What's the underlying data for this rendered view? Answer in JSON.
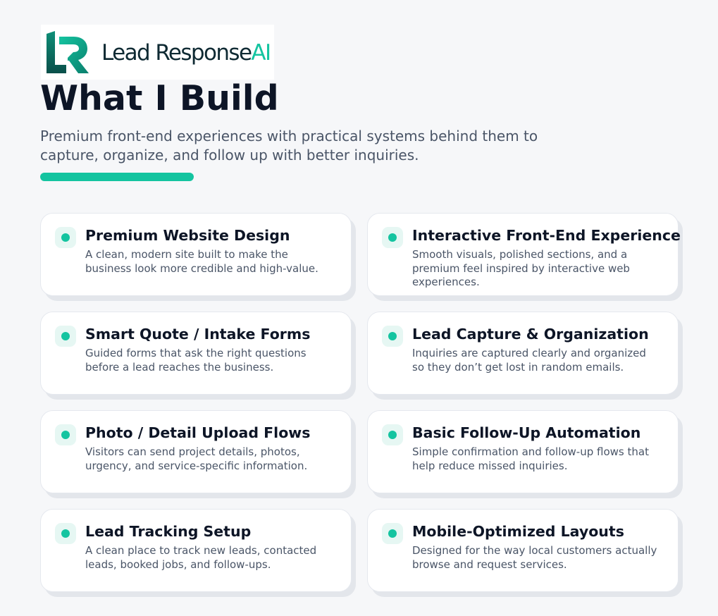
{
  "logo": {
    "word": "Lead Response",
    "ai": "AI"
  },
  "header": {
    "title": "What I Build",
    "subtitle": "Premium front-end experiences with practical systems behind them to capture, organize, and follow up with better inquiries."
  },
  "colors": {
    "accent": "#14c4a0",
    "dark": "#0d1526",
    "muted": "#4a5567"
  },
  "cards": [
    {
      "icon": "dot-icon",
      "title": "Premium Website Design",
      "text": "A clean, modern site built to make the business look more credible and high-value."
    },
    {
      "icon": "dot-icon",
      "title": "Interactive Front-End Experience",
      "text": "Smooth visuals, polished sections, and a premium feel inspired by interactive web experiences."
    },
    {
      "icon": "dot-icon",
      "title": "Smart Quote / Intake Forms",
      "text": "Guided forms that ask the right questions before a lead reaches the business."
    },
    {
      "icon": "dot-icon",
      "title": "Lead Capture & Organization",
      "text": "Inquiries are captured clearly and organized so they don’t get lost in random emails."
    },
    {
      "icon": "dot-icon",
      "title": "Photo / Detail Upload Flows",
      "text": "Visitors can send project details, photos, urgency, and service-specific information."
    },
    {
      "icon": "dot-icon",
      "title": "Basic Follow-Up Automation",
      "text": "Simple confirmation and follow-up flows that help reduce missed inquiries."
    },
    {
      "icon": "dot-icon",
      "title": "Lead Tracking Setup",
      "text": "A clean place to track new leads, contacted leads, booked jobs, and follow-ups."
    },
    {
      "icon": "dot-icon",
      "title": "Mobile-Optimized Layouts",
      "text": "Designed for the way local customers actually browse and request services."
    }
  ]
}
